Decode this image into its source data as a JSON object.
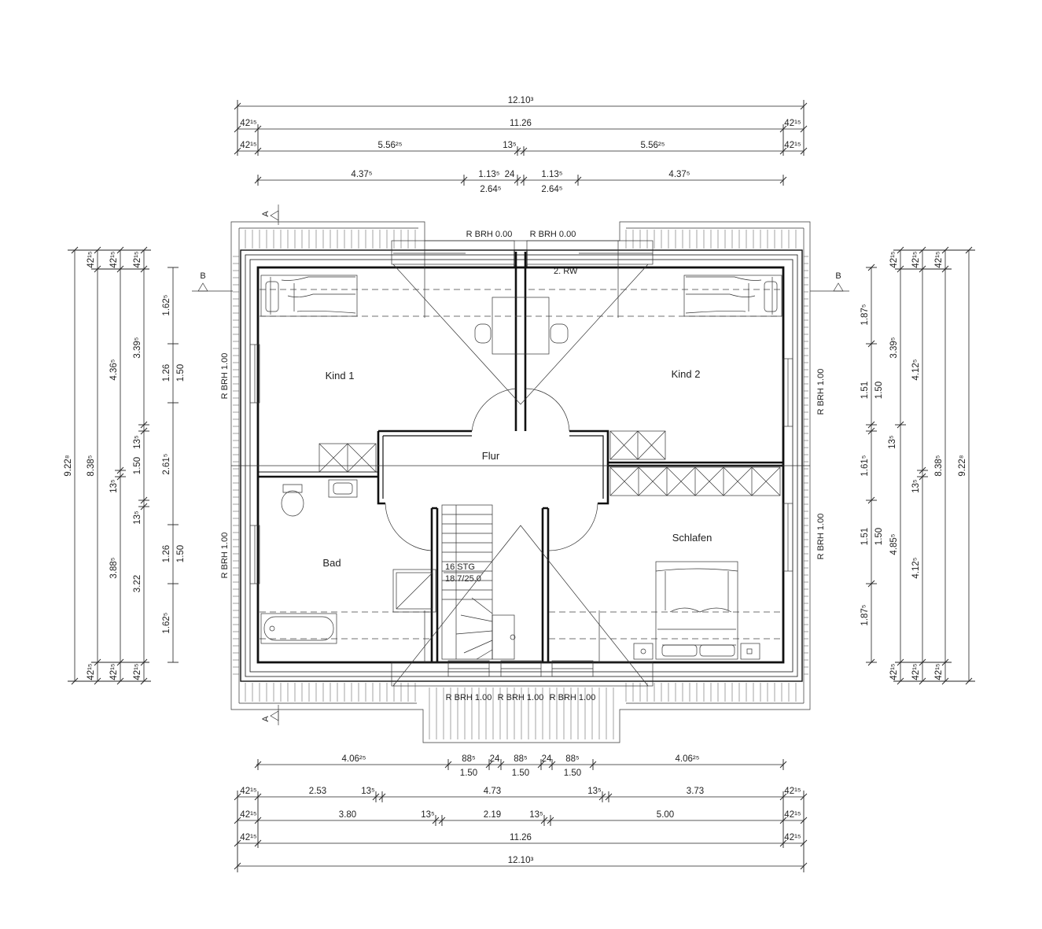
{
  "rooms": {
    "kind1": "Kind 1",
    "kind2": "Kind 2",
    "flur": "Flur",
    "bad": "Bad",
    "schlafen": "Schlafen"
  },
  "labels": {
    "rw": "2. RW",
    "stair1": "16 STG",
    "stair2": "18.7/25.0",
    "brh_top_left": "R BRH 0.00",
    "brh_top_right": "R BRH 0.00",
    "brh_left_upper": "R BRH 1.00",
    "brh_left_lower": "R BRH 1.00",
    "brh_right_upper": "R BRH 1.00",
    "brh_right_lower": "R BRH 1.00",
    "brh_bottom_1": "R BRH 1.00",
    "brh_bottom_2": "R BRH 1.00",
    "brh_bottom_3": "R BRH 1.00",
    "section_a": "A",
    "section_b": "B"
  },
  "dims": {
    "top": {
      "r1": "12.10³",
      "r2": [
        "42¹⁵",
        "11.26",
        "42¹⁵"
      ],
      "r3": [
        "42¹⁵",
        "5.56²⁵",
        "13⁵",
        "5.56²⁵",
        "42¹⁵"
      ],
      "r4_upper": [
        "4.37⁵",
        "1.13⁵",
        "24",
        "1.13⁵",
        "4.37⁵"
      ],
      "r4_lower": [
        "2.64⁵",
        "2.64⁵"
      ]
    },
    "bottom": {
      "r1_upper": [
        "4.06²⁵",
        "88⁵",
        "24",
        "88⁵",
        "24",
        "88⁵",
        "4.06²⁵"
      ],
      "r1_lower": [
        "1.50",
        "1.50",
        "1.50"
      ],
      "r2": [
        "42¹⁵",
        "2.53",
        "13⁵",
        "4.73",
        "13⁵",
        "3.73",
        "42¹⁵"
      ],
      "r3": [
        "42¹⁵",
        "3.80",
        "13⁵",
        "2.19",
        "13⁵",
        "5.00",
        "42¹⁵"
      ],
      "r4": [
        "42¹⁵",
        "11.26",
        "42¹⁵"
      ],
      "r5": "12.10³"
    },
    "left": {
      "c1": "9.22⁸",
      "c2": [
        "42¹⁵",
        "8.38⁵",
        "42¹⁵"
      ],
      "c3": [
        "42¹⁵",
        "4.36⁵",
        "13⁵",
        "3.88⁵",
        "42¹⁵"
      ],
      "c4": [
        "42¹⁵",
        "3.39⁵",
        "13⁵",
        "1.50",
        "13⁵",
        "3.22",
        "42¹⁵"
      ],
      "c5": [
        "1.62⁵",
        "1.26",
        "2.61⁵",
        "1.26",
        "1.62⁵"
      ],
      "c5b": [
        "1.50",
        "1.50"
      ]
    },
    "right": {
      "c1": [
        "1.87⁵",
        "1.51",
        "13⁵",
        "1.61⁵",
        "1.51",
        "1.87⁵"
      ],
      "c1b": [
        "1.50",
        "1.50"
      ],
      "c2": [
        "42¹⁵",
        "3.39⁵",
        "4.85⁵",
        "42¹⁵"
      ],
      "c3": [
        "42¹⁵",
        "4.12⁵",
        "13⁵",
        "4.12⁵",
        "42¹⁵"
      ],
      "c4": [
        "42¹⁵",
        "8.38⁵",
        "42¹⁵"
      ],
      "c5": "9.22⁸"
    }
  }
}
